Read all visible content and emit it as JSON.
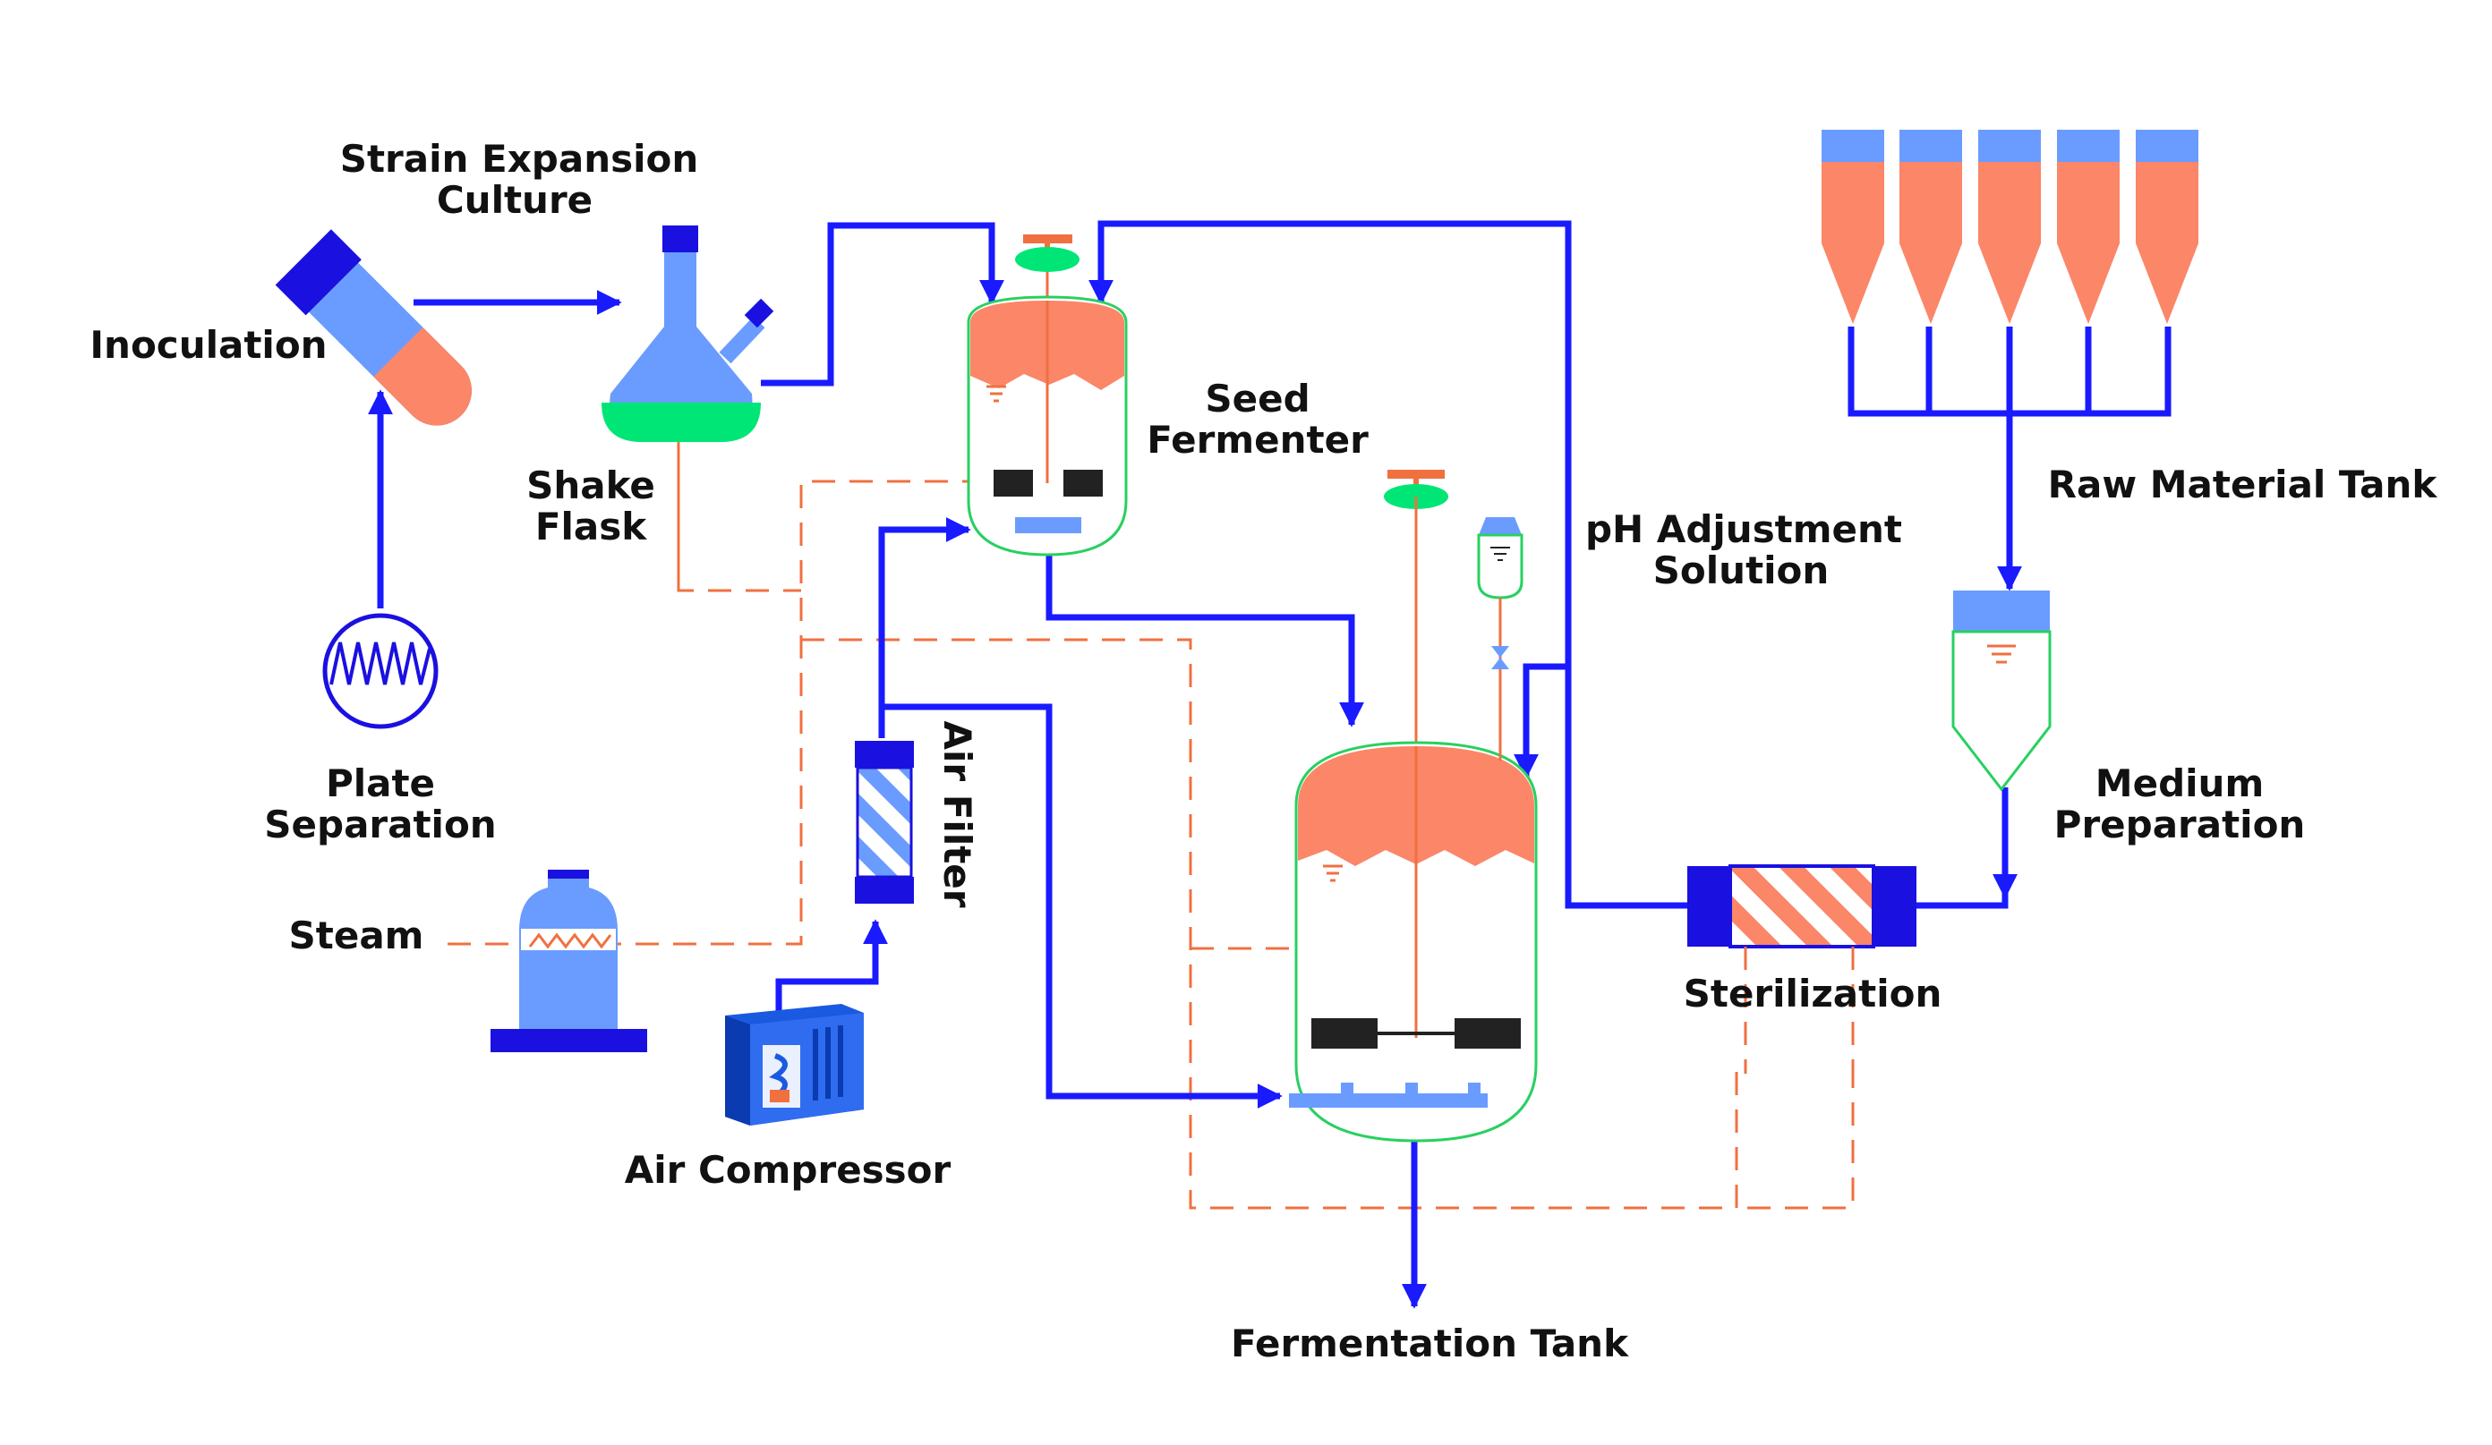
{
  "labels": {
    "strain_expansion_line1": "Strain Expansion",
    "strain_expansion_line2": "Culture",
    "inoculation": "Inoculation",
    "shake_flask_line1": "Shake",
    "shake_flask_line2": "Flask",
    "plate_separation_line1": "Plate",
    "plate_separation_line2": "Separation",
    "steam": "Steam",
    "air_filter": "Air Filter",
    "air_compressor": "Air Compressor",
    "seed_fermenter_line1": "Seed",
    "seed_fermenter_line2": "Fermenter",
    "ph_adjustment_line1": "pH Adjustment",
    "ph_adjustment_line2": "Solution",
    "raw_material_tank": "Raw Material Tank",
    "medium_preparation_line1": "Medium",
    "medium_preparation_line2": "Preparation",
    "sterilization": "Sterilization",
    "fermentation_tank": "Fermentation Tank"
  },
  "colors": {
    "pipe_blue": "#1a1aff",
    "steam_orange": "#f07040",
    "salmon": "#fb8668",
    "light_blue": "#6a9cff",
    "dark_blue": "#1a10e0",
    "green": "#00e676",
    "outline_green": "#28d060",
    "black": "#222222"
  },
  "icons": [
    "test-tube-icon",
    "petri-dish-icon",
    "flask-icon",
    "boiler-icon",
    "air-filter-icon",
    "compressor-icon",
    "raw-material-silo-icon",
    "medium-tank-icon",
    "sterilizer-icon",
    "ph-bottle-icon",
    "valve-icon"
  ]
}
